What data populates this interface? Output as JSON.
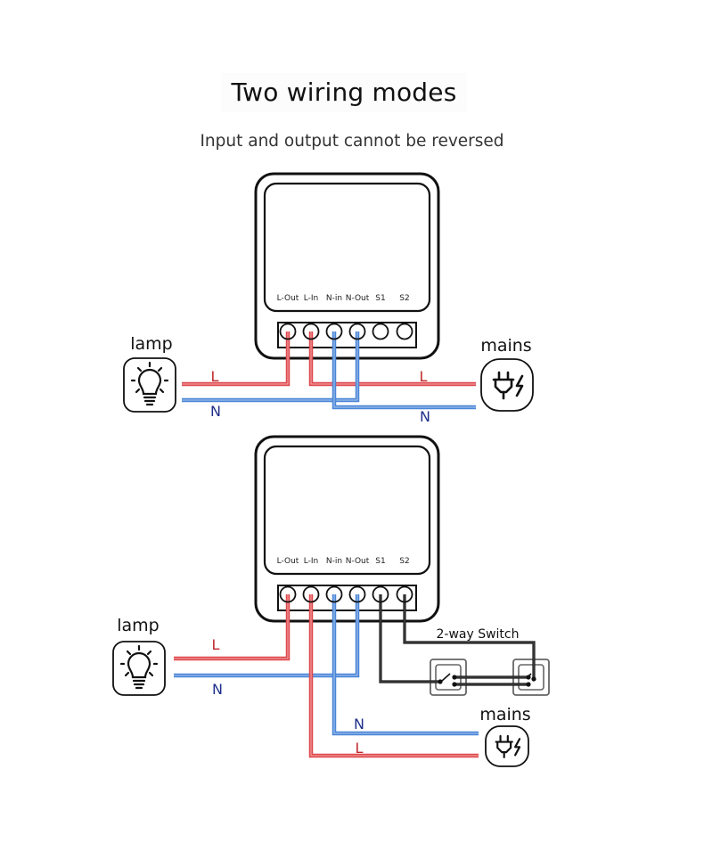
{
  "header": {
    "title": "Two wiring modes",
    "subtitle": "Input and output cannot be reversed"
  },
  "colors": {
    "live": "#e0484c",
    "neutral": "#4a86d8",
    "switch_wire": "#1a1a1a",
    "wire_label_live": "#c0282c",
    "wire_label_neutral": "#1e2f8a",
    "outline": "#111111"
  },
  "terminals": [
    "L-Out",
    "L-In",
    "N-in",
    "N-Out",
    "S1",
    "S2"
  ],
  "mode1": {
    "load_label": "lamp",
    "source_label": "mains",
    "load_icon": "lightbulb-icon",
    "source_icon": "plug-lightning-icon",
    "wire_labels": {
      "load_live": "L",
      "load_neutral": "N",
      "source_live": "L",
      "source_neutral": "N"
    }
  },
  "mode2": {
    "load_label": "lamp",
    "source_label": "mains",
    "load_icon": "lightbulb-icon",
    "source_icon": "plug-lightning-icon",
    "switch_label": "2-way Switch",
    "wire_labels": {
      "load_live": "L",
      "load_neutral": "N",
      "source_live": "L",
      "source_neutral": "N"
    }
  }
}
